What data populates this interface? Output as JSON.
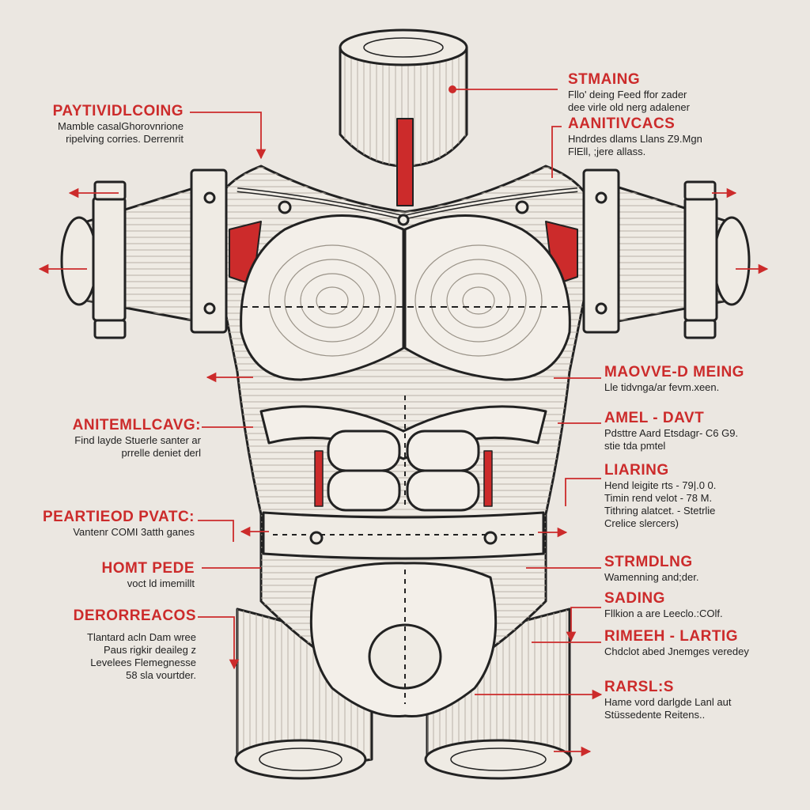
{
  "colors": {
    "accent": "#cc2b2b",
    "ink": "#222222",
    "paper": "#ebe7e1",
    "body": "#efebe4"
  },
  "labels": {
    "l1": {
      "title": "PAYTIVIDLCOING",
      "lines": [
        "Mamble casalGhorovnrione",
        "ripelving corries. Derrenrit"
      ]
    },
    "l2": {
      "title": "ANITEMLLCAVG:",
      "lines": [
        "Find layde Stuerle santer ar",
        "prrelle deniet derl"
      ]
    },
    "l3": {
      "title": "PEARTIEOD PVATC:",
      "lines": [
        "Vantenr COMI 3atth ganes"
      ]
    },
    "l4": {
      "title": "HOMT PEDE",
      "lines": [
        "voct ld imemillt"
      ]
    },
    "l5": {
      "title": "DERORREACOS",
      "lines": [
        "Tlantard acln Dam wree",
        "Paus rigkir deaileg z",
        "Levelees Flemegnesse",
        "58 sla vourtder."
      ]
    },
    "r1": {
      "title": "STMAING",
      "lines": [
        "Fllo' deing Feed ffor zader",
        "dee virle old nerg adalener"
      ]
    },
    "r2": {
      "title": "AANITIVCACS",
      "lines": [
        "Hndrdes dlams Llans Z9.Mgn",
        "FlEll, ;jere allass."
      ]
    },
    "r3": {
      "title": "MAOVVE-D MEING",
      "lines": [
        "Lle tidvnga/ar fevm.xeen."
      ]
    },
    "r4": {
      "title": "AMEL - DAVT",
      "lines": [
        "Pdsttre Aard Etsdagr- C6 G9.",
        "stie tda pmtel"
      ]
    },
    "r5": {
      "title": "LIARING",
      "lines": [
        "Hend leigite rts - 79|.0 0.",
        "Timin rend velot - 78 M.",
        "Tithring alatcet. - Stetrlie",
        "Crelice slercers)"
      ]
    },
    "r6": {
      "title": "STRMDLNG",
      "lines": [
        "Wamenning and;der."
      ]
    },
    "r7": {
      "title": "SADING",
      "lines": [
        "Fllkion a are Leeclo.:COlf."
      ]
    },
    "r8": {
      "title": "RIMEEH - LARTIG",
      "lines": [
        "Chdclot abed Jnemges veredey"
      ]
    },
    "r9": {
      "title": "RARSL:S",
      "lines": [
        "Hame vord darlgde Lanl aut",
        "Stüssedente Reitens.."
      ]
    }
  }
}
